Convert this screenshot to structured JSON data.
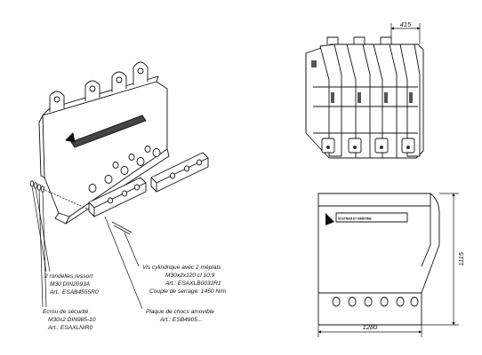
{
  "labels": {
    "washers": {
      "line1": "2 rondelles ressort",
      "line2": "M30 DIN2093A",
      "line3": "Art.: ESAB4555R0"
    },
    "screw": {
      "line1": "Vis cylindrique avec 2 méplats",
      "line2": "M30x2x120 cl 10.9",
      "line3": "Art.: ESAXLB0032R1",
      "line4": "Couple de serrage: 1450 N/m"
    },
    "nut": {
      "line1": "Ecrou de sécurité",
      "line2": "M30x2 DIN985-10",
      "line3": "Art.: ESAXLNIR0"
    },
    "wear_plate": {
      "line1": "Plaque de chocs amovible",
      "line2": "Art.: ESB4905..."
    }
  },
  "dimensions": {
    "top_width": "415",
    "height": "1115",
    "bottom_width": "1280"
  },
  "logo_text": "SOUTRAM ET MARITIME"
}
